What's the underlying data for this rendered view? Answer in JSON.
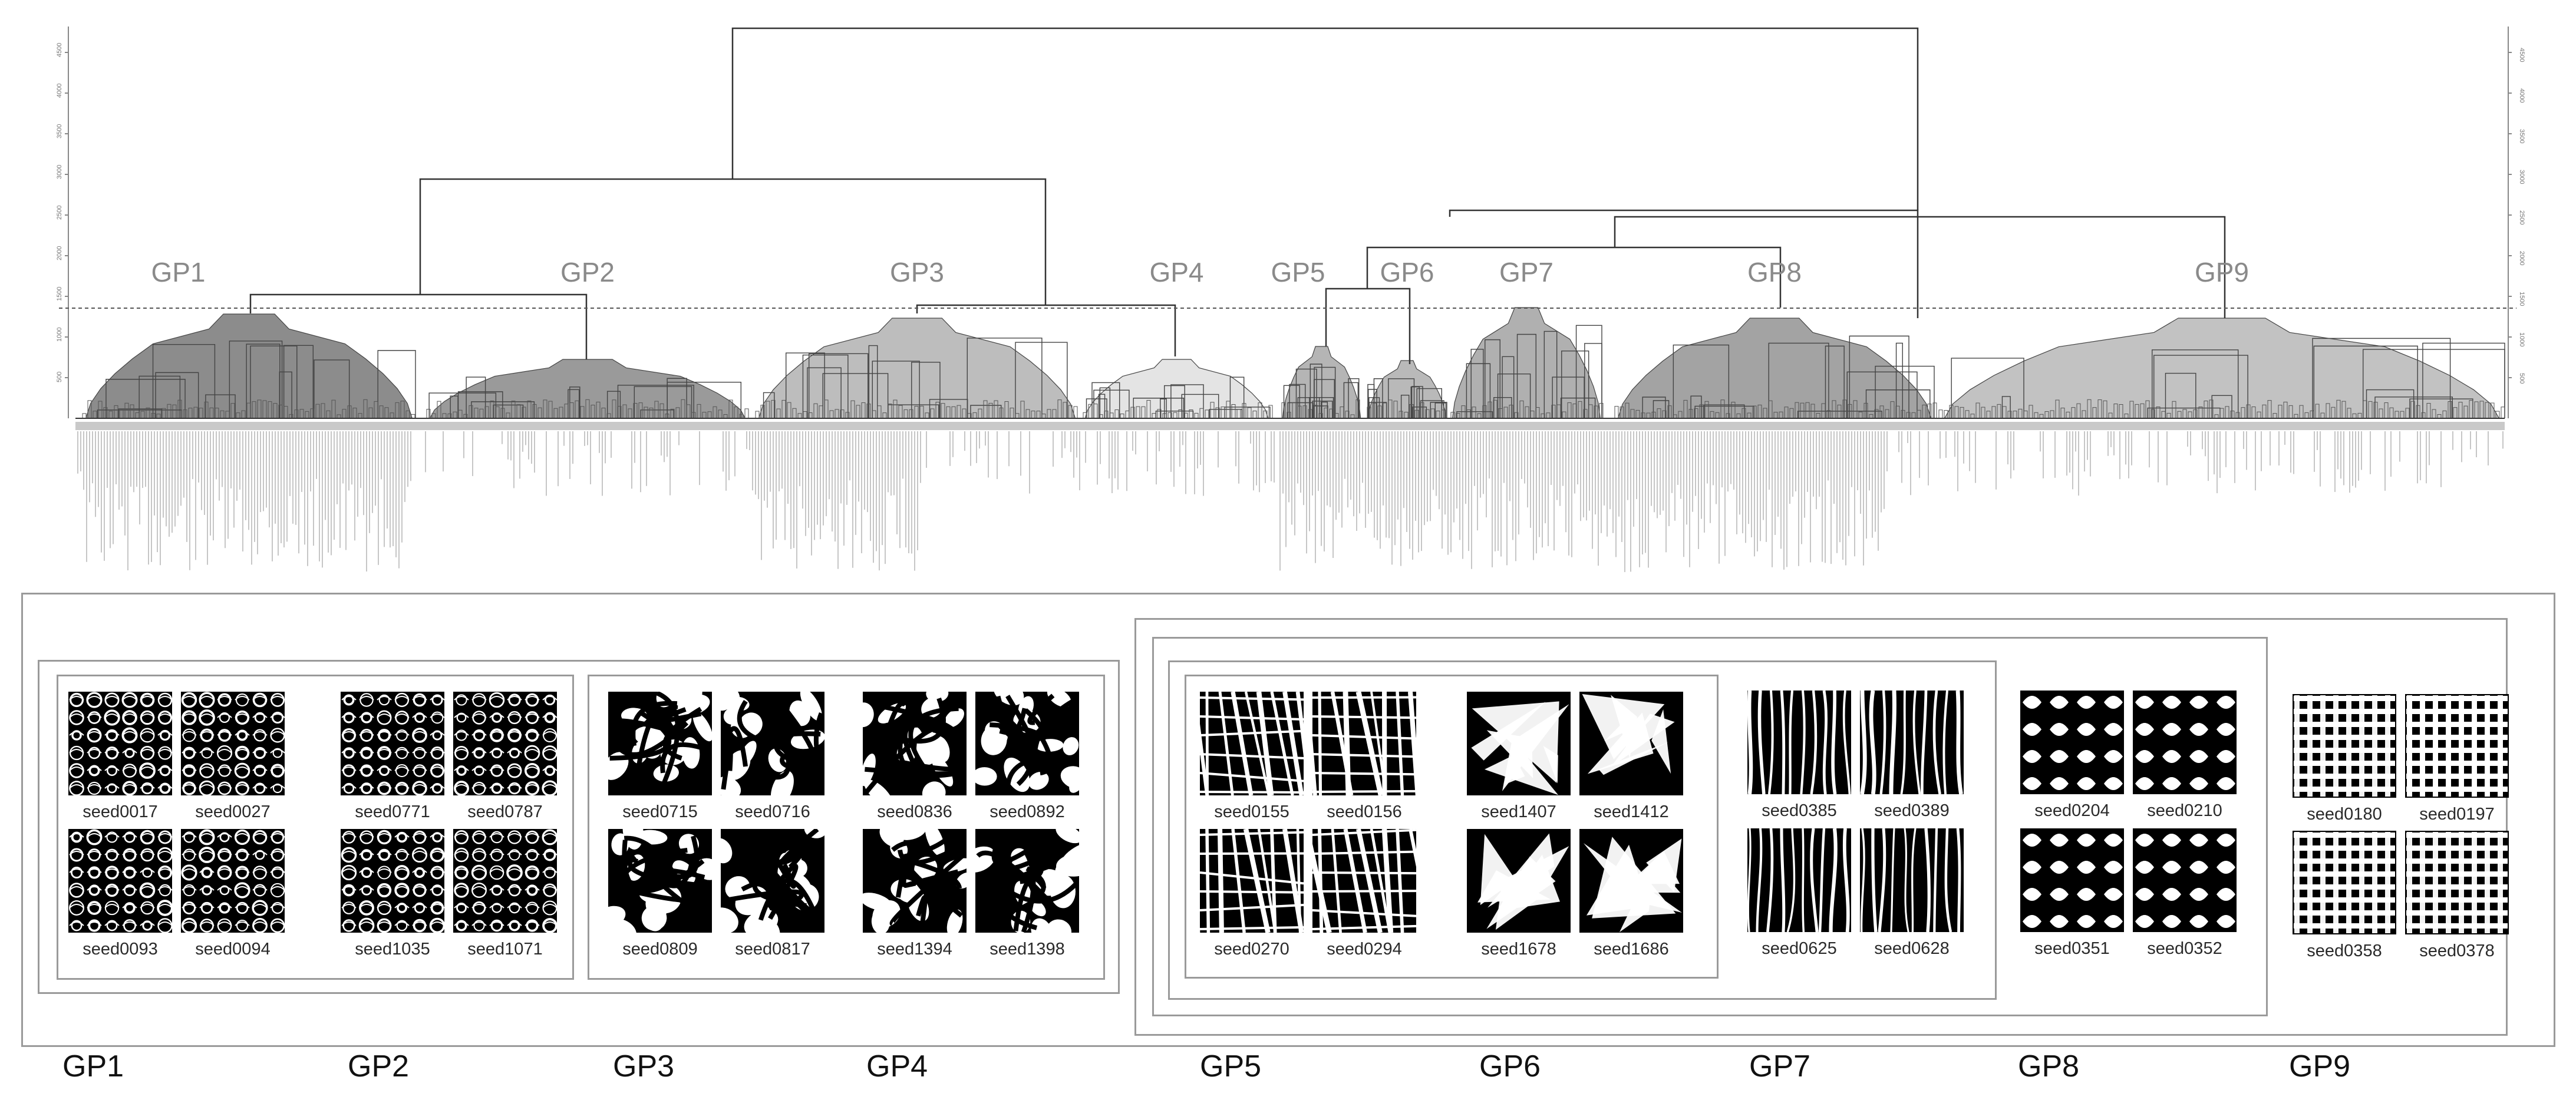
{
  "dendrogram": {
    "y_axis_ticks": [
      "500",
      "1000",
      "1500",
      "2000",
      "2500",
      "3000",
      "3500",
      "4000",
      "4500"
    ],
    "group_labels": [
      "GP1",
      "GP2",
      "GP3",
      "GP4",
      "GP5",
      "GP6",
      "GP7",
      "GP8",
      "GP9"
    ],
    "group_shades": [
      "#8c8c8c",
      "#9a9a9a",
      "#bdbdbd",
      "#e4e4e4",
      "#b5b5b5",
      "#b9b9b9",
      "#b0b0b0",
      "#a3a3a3",
      "#c2c2c2"
    ]
  },
  "groups": [
    {
      "label": "GP1",
      "seeds": [
        "seed0017",
        "seed0027",
        "seed0093",
        "seed0094"
      ]
    },
    {
      "label": "GP2",
      "seeds": [
        "seed0771",
        "seed0787",
        "seed1035",
        "seed1071"
      ]
    },
    {
      "label": "GP3",
      "seeds": [
        "seed0715",
        "seed0716",
        "seed0809",
        "seed0817"
      ]
    },
    {
      "label": "GP4",
      "seeds": [
        "seed0836",
        "seed0892",
        "seed1394",
        "seed1398"
      ]
    },
    {
      "label": "GP5",
      "seeds": [
        "seed0155",
        "seed0156",
        "seed0270",
        "seed0294"
      ]
    },
    {
      "label": "GP6",
      "seeds": [
        "seed1407",
        "seed1412",
        "seed1678",
        "seed1686"
      ]
    },
    {
      "label": "GP7",
      "seeds": [
        "seed0385",
        "seed0389",
        "seed0625",
        "seed0628"
      ]
    },
    {
      "label": "GP8",
      "seeds": [
        "seed0204",
        "seed0210",
        "seed0351",
        "seed0352"
      ]
    },
    {
      "label": "GP9",
      "seeds": [
        "seed0180",
        "seed0197",
        "seed0358",
        "seed0378"
      ]
    }
  ]
}
